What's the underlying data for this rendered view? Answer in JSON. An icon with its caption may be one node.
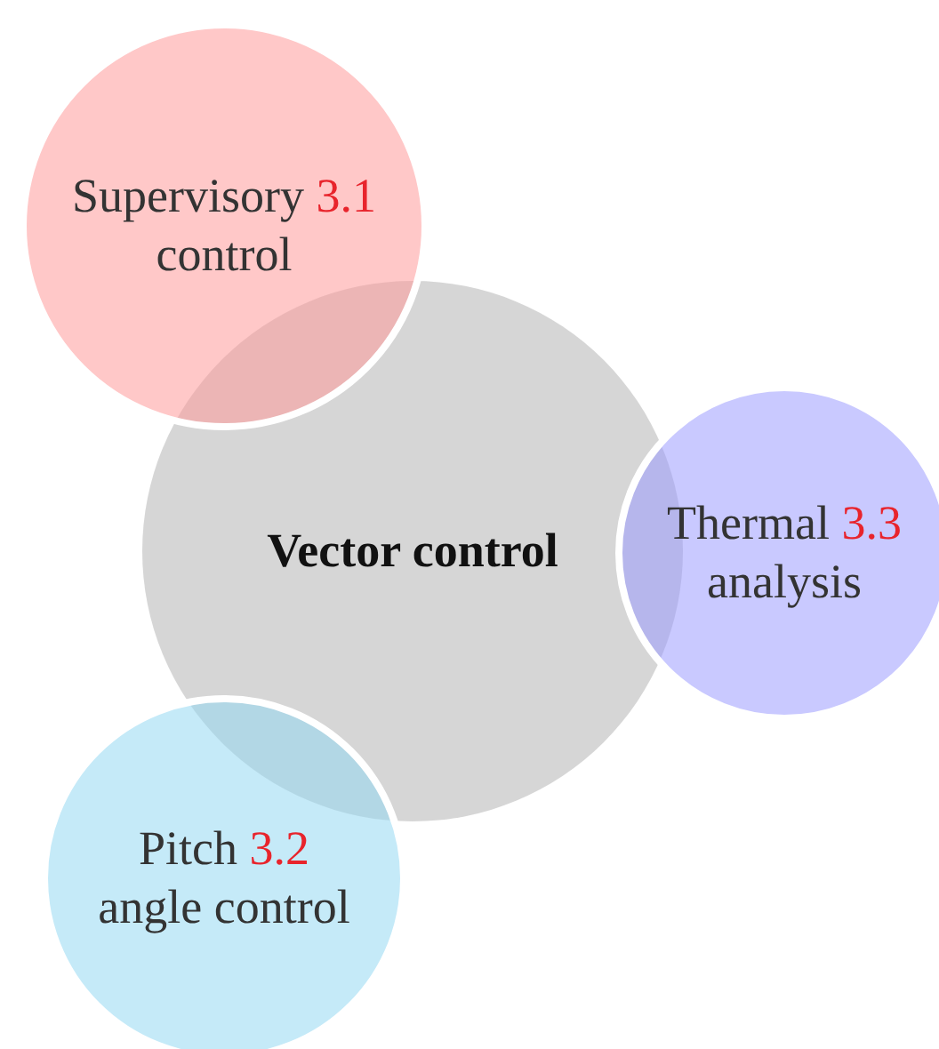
{
  "diagram": {
    "nodes": [
      {
        "text": [
          "Supervisory 3.1 control"
        ]
      },
      {
        "text": [
          "Vector control"
        ]
      },
      {
        "text": [
          "Thermal 3.3 analysis"
        ]
      },
      {
        "text": [
          "Pitch 3.2 angle control"
        ]
      }
    ]
  }
}
